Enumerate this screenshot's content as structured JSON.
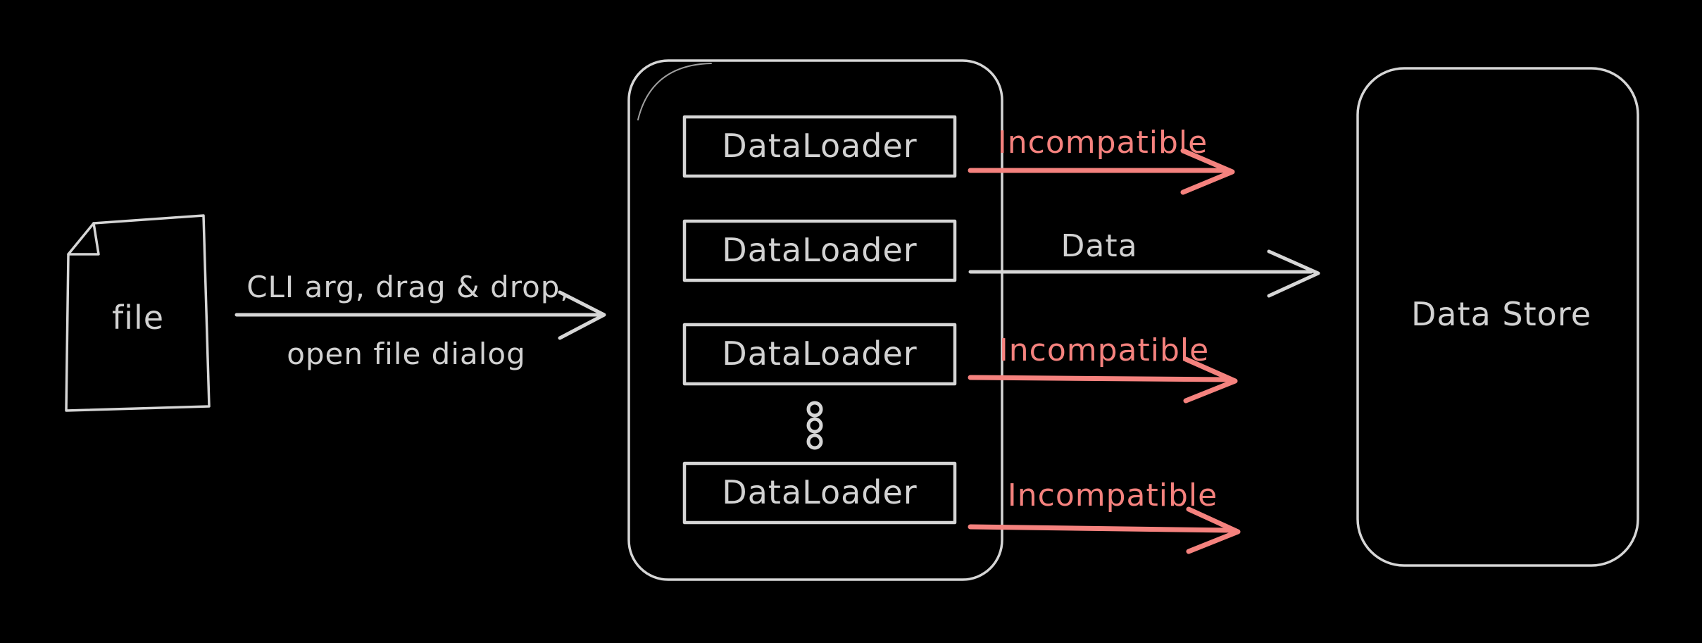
{
  "diagram": {
    "title": "file loading pipeline diagram",
    "background_color": "#000000",
    "stroke_color": "#d6d6d6",
    "text_color": "#d2d2d2",
    "error_color": "#f5827e"
  },
  "file_node": {
    "label": "file",
    "icon": "document-icon"
  },
  "input_arrow": {
    "label_line1": "CLI arg, drag & drop,",
    "label_line2": "open file dialog"
  },
  "loader_container": {
    "loaders": [
      {
        "label": "DataLoader"
      },
      {
        "label": "DataLoader"
      },
      {
        "label": "DataLoader"
      },
      {
        "label": "DataLoader"
      }
    ],
    "ellipsis_icon": "vertical-ellipsis-icon",
    "ellipsis_dot_count": 3
  },
  "output_arrows": [
    {
      "label": "Incompatible",
      "status": "incompatible",
      "color": "#f5827e"
    },
    {
      "label": "Data",
      "status": "data",
      "color": "#d6d6d6"
    },
    {
      "label": "Incompatible",
      "status": "incompatible",
      "color": "#f5827e"
    },
    {
      "label": "Incompatible",
      "status": "incompatible",
      "color": "#f5827e"
    }
  ],
  "data_store": {
    "label": "Data Store"
  }
}
